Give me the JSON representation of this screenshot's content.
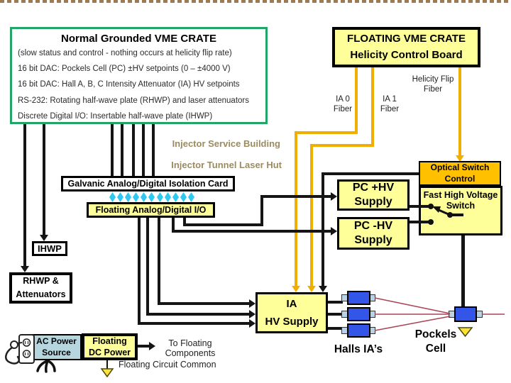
{
  "slide": {
    "grounded_crate": {
      "title": "Normal Grounded VME CRATE",
      "lines": [
        "(slow status and control - nothing occurs at helicity flip rate)",
        "16 bit DAC: Pockels Cell (PC) ±HV setpoints (0 – ±4000 V)",
        "16 bit DAC: Hall A, B, C  Intensity Attenuator (IA) HV setpoints",
        "RS-232: Rotating half-wave plate (RHWP) and laser attenuators",
        "Discrete Digital I/O: Insertable half-wave plate  (IHWP)"
      ]
    },
    "floating_crate": {
      "title": "FLOATING VME CRATE",
      "subtitle": "Helicity Control Board"
    },
    "fibers": {
      "ia0": [
        "IA 0",
        "Fiber"
      ],
      "ia1": [
        "IA 1",
        "Fiber"
      ],
      "helicity": [
        "Helicity Flip",
        "Fiber"
      ]
    },
    "locations": {
      "upper": "Injector Service Building",
      "lower": "Injector Tunnel Laser Hut"
    },
    "boxes": {
      "galvanic": "Galvanic Analog/Digital Isolation Card",
      "floating_io": "Floating Analog/Digital I/O",
      "optical_switch": [
        "Optical Switch",
        "Control"
      ],
      "fast_switch": [
        "Fast High Voltage",
        "Switch"
      ],
      "pc_plus": [
        "PC +HV",
        "Supply"
      ],
      "pc_minus": [
        "PC -HV",
        "Supply"
      ],
      "ia_supply": [
        "IA",
        "HV Supply"
      ],
      "ihwp": "IHWP",
      "rhwp": [
        "RHWP &",
        "Attenuators"
      ],
      "ac_power": [
        "AC Power",
        "Source"
      ],
      "dc_power": [
        "Floating",
        "DC Power"
      ]
    },
    "labels": {
      "halls": "Halls IA’s",
      "pockels": [
        "Pockels",
        "Cell"
      ],
      "to_floating": [
        "To Floating",
        "Components"
      ],
      "circuit_common": "Floating Circuit Common"
    },
    "colors": {
      "yellow_box": "#FFFF99",
      "orange_box": "#FFC000",
      "fiber_orange": "#F0AF00",
      "green_border": "#22A566",
      "tan_dash": "#9C7B52",
      "location_text": "#9B8B64",
      "component_blue": "#3456E8",
      "beam_red": "#AA4455",
      "ac_blue": "#B5D6DE",
      "cyan_arrow": "#2EC8F0"
    }
  }
}
